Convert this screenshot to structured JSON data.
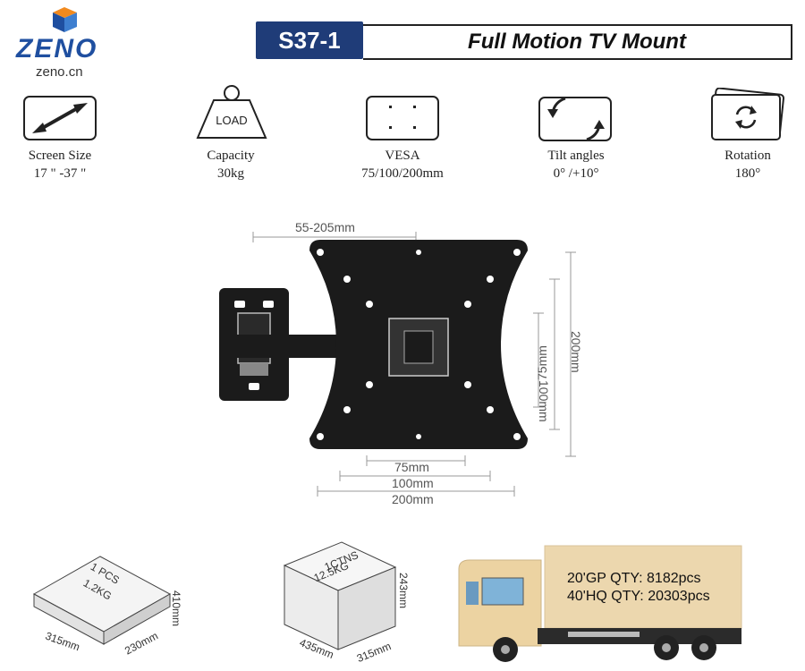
{
  "brand": {
    "name": "ZENO",
    "url": "zeno.cn"
  },
  "header": {
    "model": "S37-1",
    "title": "Full Motion TV Mount"
  },
  "specs": [
    {
      "icon": "arrow-icon",
      "name": "Screen Size",
      "value": "17 \" -37 \""
    },
    {
      "icon": "load-weight-icon",
      "name": "Capacity",
      "value": "30kg",
      "icon_text": "LOAD"
    },
    {
      "icon": "vesa-pattern-icon",
      "name": "VESA",
      "value": "75/100/200mm"
    },
    {
      "icon": "tilt-icon",
      "name": "Tilt angles",
      "value": "0° /+10°"
    },
    {
      "icon": "rotation-icon",
      "name": "Rotation",
      "value": "180°"
    }
  ],
  "dimensions": {
    "arm": "55-205mm",
    "h75": "75mm",
    "h100": "100mm",
    "h200": "200mm",
    "v75": "75mm",
    "v100": "100mm",
    "v200": "200mm"
  },
  "packaging": {
    "single": {
      "line1": "1 PCS",
      "line2": "1.2KG",
      "length": "315mm",
      "width": "230mm",
      "height": "410mm"
    },
    "carton": {
      "line1": "1CTNS",
      "line2": "12.5KG",
      "length": "435mm",
      "width": "315mm",
      "height": "243mm"
    }
  },
  "shipping": {
    "gp20": "20'GP QTY: 8182pcs",
    "hq40": "40'HQ QTY: 20303pcs"
  },
  "colors": {
    "brand_blue": "#1f3c78",
    "truck_yellow": "#ecd3a2",
    "truck_cargo": "#ecd7ae"
  }
}
